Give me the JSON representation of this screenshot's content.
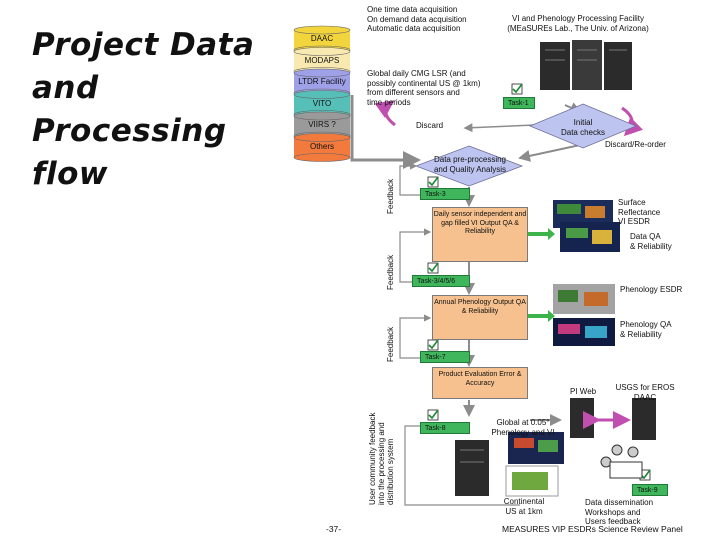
{
  "slide": {
    "title_lines": [
      "Project Data",
      "and",
      "Processing",
      "flow"
    ],
    "page_number": "-37-",
    "footer_text": "MEASURES VIP ESDRs Science Review Panel"
  },
  "sources": {
    "items": [
      {
        "label": "DAAC",
        "color": "#f2d43c"
      },
      {
        "label": "MODAPS",
        "color": "#f7e9b0"
      },
      {
        "label": "LTDR Facility",
        "color": "#9ea0e8"
      },
      {
        "label": "VITO",
        "color": "#56c0b8"
      },
      {
        "label": "VIIRS ?",
        "color": "#9a9a9a"
      },
      {
        "label": "Others",
        "color": "#f27a3c"
      }
    ]
  },
  "notes": {
    "acquisition": "One time data acquisition\nOn demand data acquisition\nAutomatic data acquisition",
    "global_daily": "Global daily CMG LSR (and\npossibly continental US @ 1km)\nfrom different sensors and\ntime periods",
    "facility": "VI and Phenology Processing Facility\n(MEaSUREs Lab., The Univ. of Arizona)"
  },
  "flow": {
    "task1": "Task-1",
    "discard": "Discard",
    "initial_checks": "Initial\nData checks",
    "discard_reorder": "Discard/Re-order",
    "preprocessing": "Data pre-processing\nand Quality Analysis",
    "task3": "Task-3",
    "daily_sensor": "Daily sensor\nindependent and gap\nfilled VI\nOutput QA\n& Reliability",
    "task456": "Task-3/4/5/6",
    "annual_pheno": "Annual Phenology\nOutput QA\n& Reliability",
    "task7": "Task-7",
    "product_eval": "Product Evaluation\nError & Accuracy",
    "task8": "Task-8",
    "task9": "Task-9",
    "feedback": "Feedback",
    "user_feedback": "User community feedback\ninto the processing and\ndistribution system"
  },
  "outputs": {
    "surface_reflectance": "Surface\nReflectance\nVI ESDR",
    "data_qa": "Data QA\n& Reliability",
    "phenology_esdr": "Phenology ESDR",
    "phenology_qa": "Phenology QA\n& Reliability",
    "pi_web": "PI Web",
    "usgs": "USGS for EROS\nDAAC",
    "global": "Global at 0.05°\nPhenology and VI",
    "continental": "Continental\nUS at 1km",
    "dissemination": "Data dissemination\nWorkshops and\nUsers feedback"
  },
  "colors": {
    "box_fill": "#f6c18e",
    "diamond_fill": "#bcc4ef",
    "task_green": "#3fb65b",
    "arrow_gray": "#8c8c8c"
  }
}
